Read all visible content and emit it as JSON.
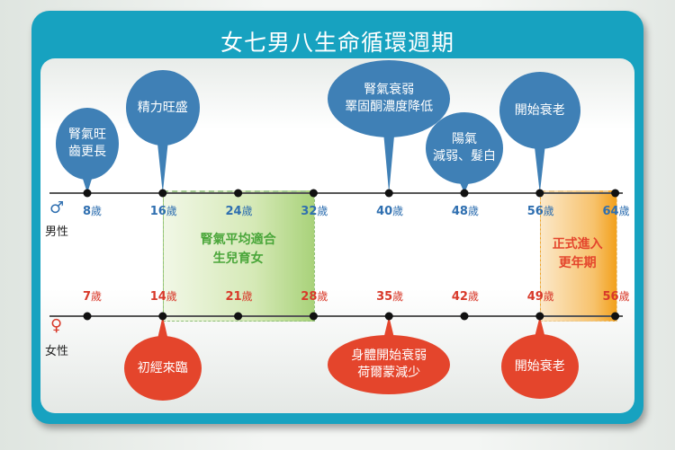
{
  "title": "女七男八生命循環週期",
  "male": {
    "symbol": "♂",
    "label": "男性",
    "color": "#2f6fb0",
    "ages": [
      8,
      16,
      24,
      32,
      40,
      48,
      56,
      64
    ],
    "unit": "歲",
    "bubbles": [
      {
        "age": 8,
        "text": "腎氣旺\n齒更長"
      },
      {
        "age": 16,
        "text": "精力旺盛"
      },
      {
        "age": 40,
        "text": "腎氣衰弱\n睪固酮濃度降低"
      },
      {
        "age": 48,
        "text": "陽氣\n減弱、髮白"
      },
      {
        "age": 56,
        "text": "開始衰老"
      }
    ]
  },
  "female": {
    "symbol": "♀",
    "label": "女性",
    "color": "#d8392a",
    "ages": [
      7,
      14,
      21,
      28,
      35,
      42,
      49,
      56
    ],
    "unit": "歲",
    "bubbles": [
      {
        "age": 14,
        "text": "初經來臨"
      },
      {
        "age": 35,
        "text": "身體開始衰弱\n荷爾蒙減少"
      },
      {
        "age": 49,
        "text": "開始衰老"
      }
    ]
  },
  "zones": [
    {
      "male_range": [
        16,
        32
      ],
      "female_range": [
        14,
        28
      ],
      "text": "腎氣平均適合\n生兒育女",
      "color": "#4aa63a"
    },
    {
      "male_range": [
        56,
        64
      ],
      "female_range": [
        49,
        56
      ],
      "text": "正式進入\n更年期",
      "color": "#e4452c"
    }
  ],
  "colors": {
    "frame": "#17a2c0",
    "male_bubble": "#3f80b6",
    "female_bubble": "#e4452c"
  }
}
